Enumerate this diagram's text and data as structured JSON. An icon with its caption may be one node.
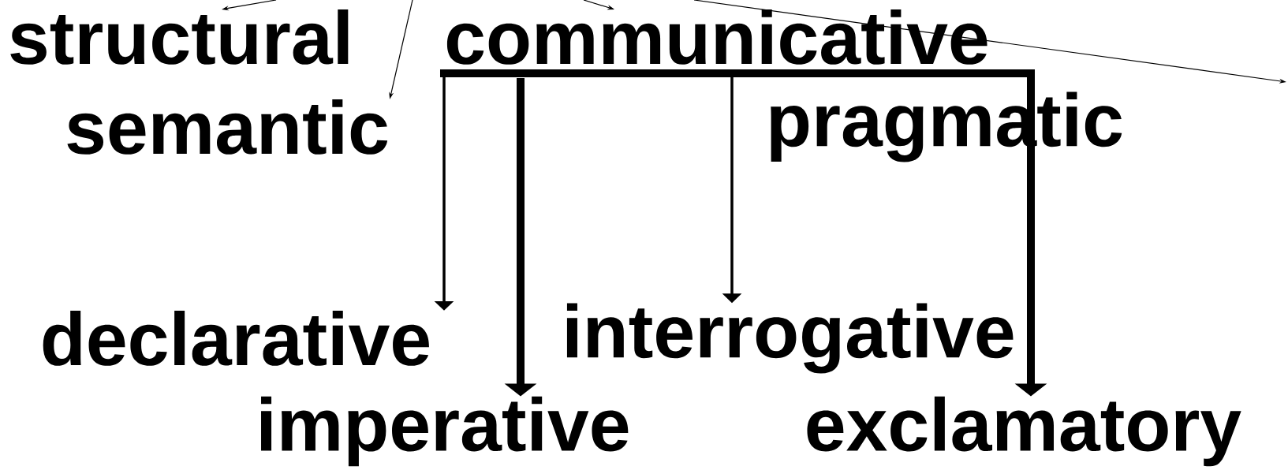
{
  "diagram": {
    "nodes": [
      {
        "text": [
          "structural"
        ]
      },
      {
        "text": [
          "communicative"
        ]
      },
      {
        "text": [
          "semantic"
        ]
      },
      {
        "text": [
          "pragmatic"
        ]
      },
      {
        "text": [
          "declarative"
        ]
      },
      {
        "text": [
          "interrogative"
        ]
      },
      {
        "text": [
          "imperative"
        ]
      },
      {
        "text": [
          "exclamatory"
        ]
      }
    ],
    "edges": [
      {
        "from": null,
        "to": 0,
        "arrow": "to"
      },
      {
        "from": null,
        "to": 2,
        "arrow": "to"
      },
      {
        "from": null,
        "to": 1,
        "arrow": "to"
      },
      {
        "from": 1,
        "to": 4,
        "arrow": "to"
      },
      {
        "from": 1,
        "to": 6,
        "arrow": "to",
        "style": "thick"
      },
      {
        "from": 1,
        "to": 5,
        "arrow": "to"
      },
      {
        "from": 1,
        "to": 7,
        "arrow": "to",
        "style": "thick"
      }
    ]
  }
}
